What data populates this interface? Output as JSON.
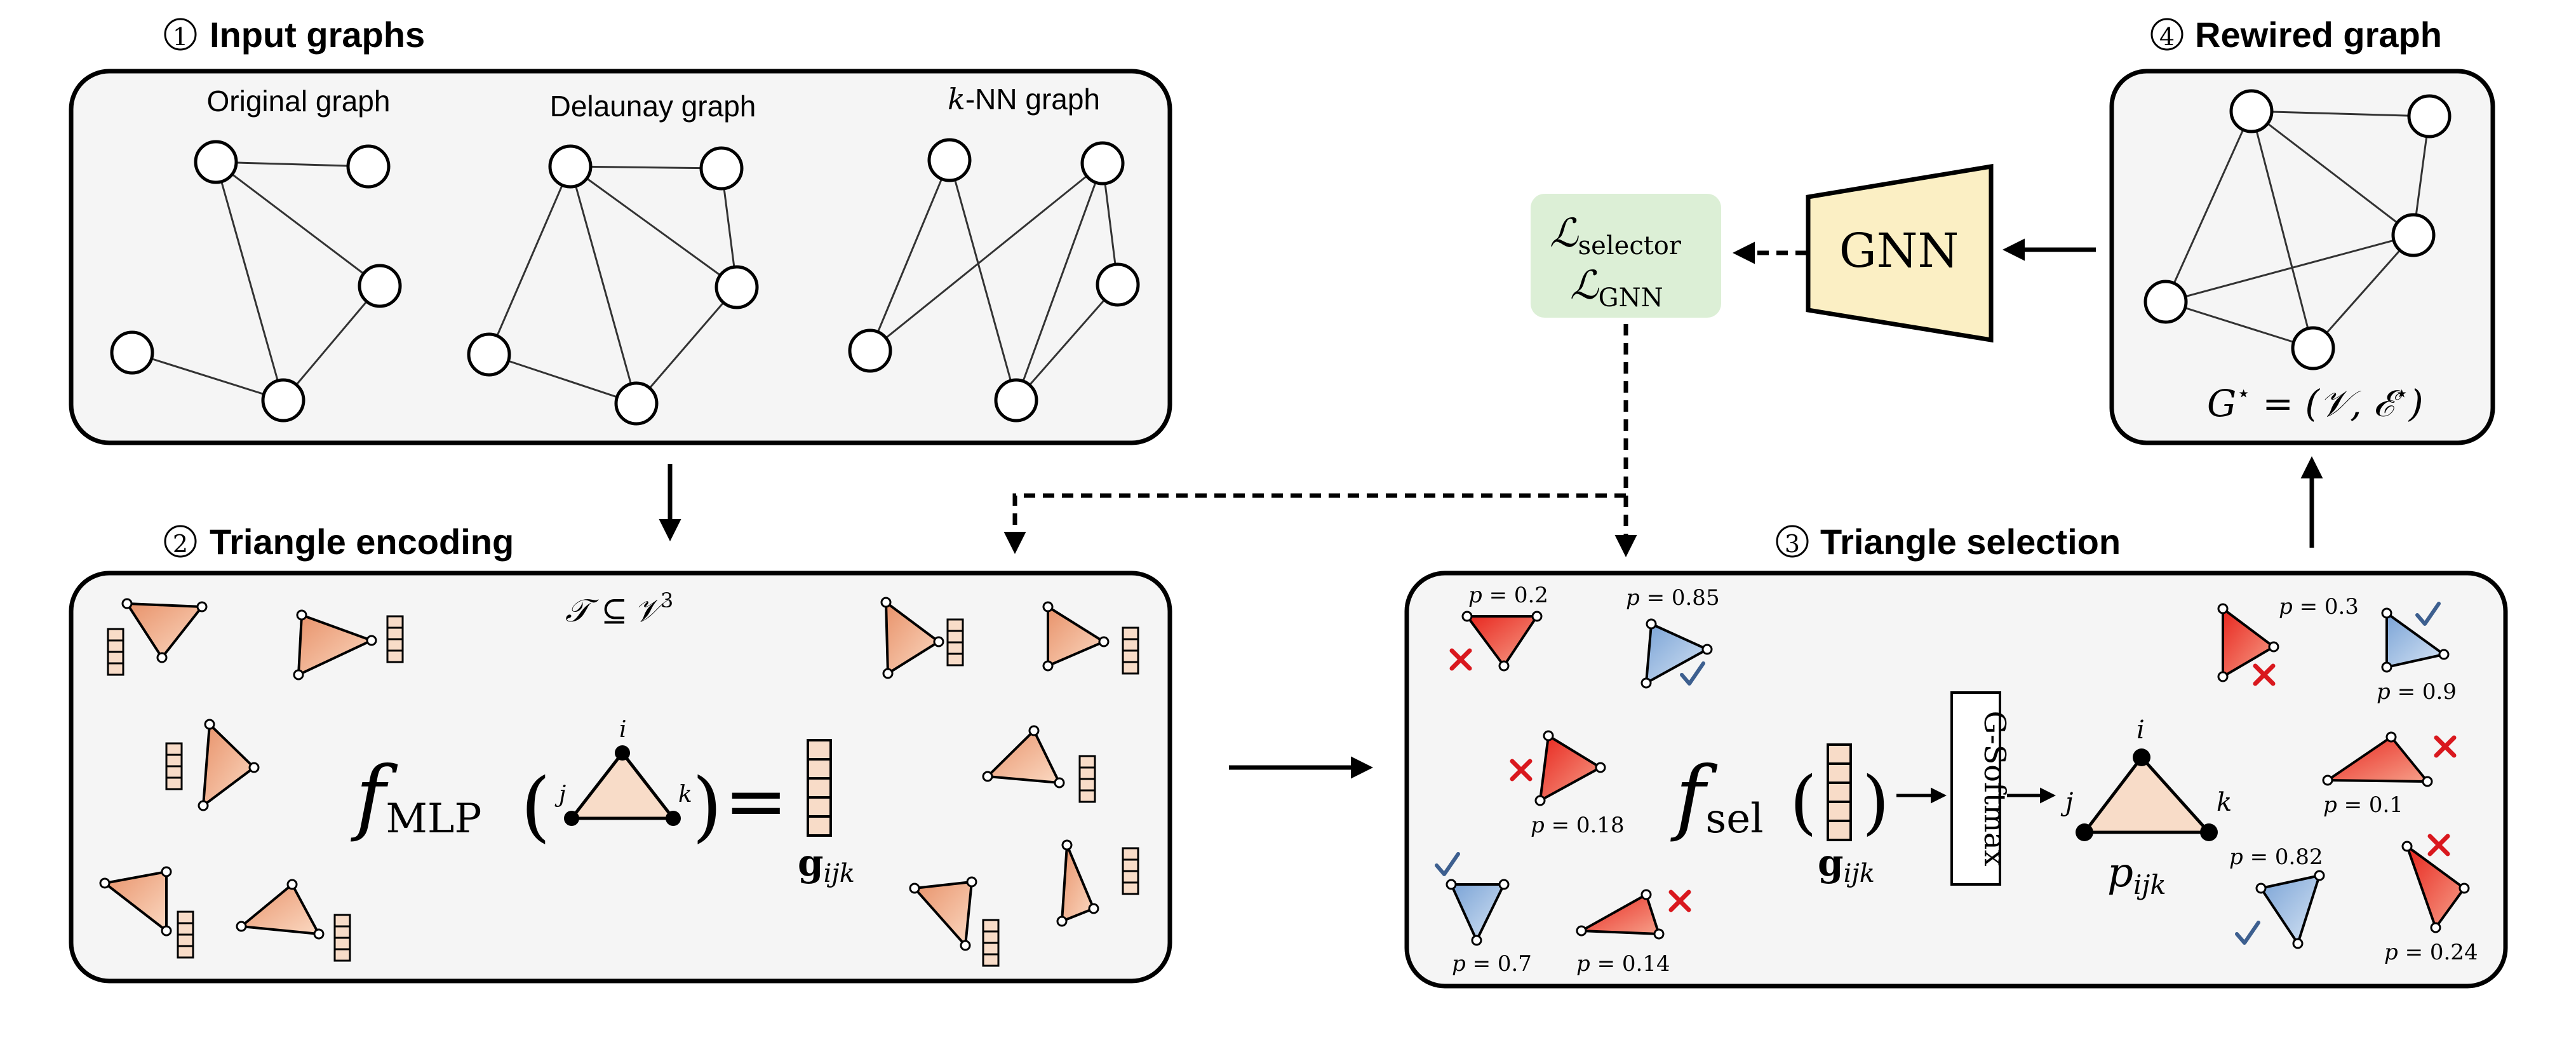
{
  "panels": {
    "input": {
      "num": "1",
      "title": "Input graphs",
      "graphs": [
        {
          "label_it": "",
          "label": "Original graph"
        },
        {
          "label_it": "",
          "label": "Delaunay graph"
        },
        {
          "label_it": "k",
          "label": "-NN graph"
        }
      ]
    },
    "encoding": {
      "num": "2",
      "title": "Triangle encoding",
      "set_T": "𝒯",
      "set_rel": "⊆",
      "set_V": "𝒱",
      "set_exp": "3",
      "f_main": "f",
      "f_sub": "MLP",
      "node_i": "i",
      "node_j": "j",
      "node_k": "k",
      "equals": "=",
      "g_bold": "g",
      "g_sub": "ijk"
    },
    "selection": {
      "num": "3",
      "title": "Triangle selection",
      "f_main": "f",
      "f_sub": "sel",
      "g_bold": "g",
      "g_sub": "ijk",
      "softmax": "G-Softmax",
      "node_i": "i",
      "node_j": "j",
      "node_k": "k",
      "p_main": "p",
      "p_sub": "ijk",
      "probs": [
        {
          "p": "p",
          "eq": " = 0.2",
          "status": "rejected"
        },
        {
          "p": "p",
          "eq": " = 0.85",
          "status": "selected"
        },
        {
          "p": "p",
          "eq": " = 0.18",
          "status": "rejected"
        },
        {
          "p": "p",
          "eq": " = 0.7",
          "status": "selected"
        },
        {
          "p": "p",
          "eq": " = 0.14",
          "status": "rejected"
        },
        {
          "p": "p",
          "eq": " = 0.3",
          "status": "rejected"
        },
        {
          "p": "p",
          "eq": " = 0.9",
          "status": "selected"
        },
        {
          "p": "p",
          "eq": " = 0.1",
          "status": "rejected"
        },
        {
          "p": "p",
          "eq": " = 0.82",
          "status": "selected"
        },
        {
          "p": "p",
          "eq": " = 0.24",
          "status": "rejected"
        }
      ]
    },
    "rewired": {
      "num": "4",
      "title": "Rewired graph",
      "eq_G": "G",
      "eq_star": "⋆",
      "eq_mid": " = (𝒱, ℰ",
      "eq_star2": "⋆",
      "eq_end": ")"
    }
  },
  "gnn": {
    "label": "GNN"
  },
  "loss": {
    "L1": "ℒ",
    "L1_sub": "selector",
    "L2": "ℒ",
    "L2_sub": "GNN"
  },
  "colors": {
    "panel_fill": "#f5f5f5",
    "loss_fill": "#dcefd6",
    "gnn_fill": "#fbefc4",
    "tri_orange": "#f2b48a",
    "tri_blue": "#a9c6e8",
    "tri_red": "#e84030",
    "tri_main": "#f8dcc8",
    "reject_mark": "#d9181e",
    "accept_mark": "#3d5f8f"
  },
  "icons": {
    "rejected": "cross-icon",
    "selected": "checkmark-icon"
  }
}
